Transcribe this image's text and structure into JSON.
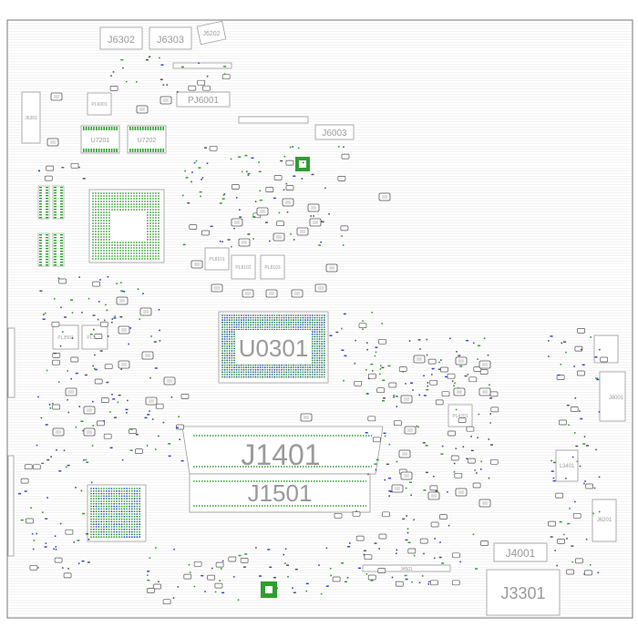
{
  "board": {
    "outline_color": "#7a7a7a",
    "pad_colors": [
      "#2e9e2e",
      "#3344cc",
      "#555555"
    ],
    "refdes": {
      "j6302": "J6302",
      "j6303": "J6303",
      "j6202": "J6202",
      "pj6001": "PJ6001",
      "j6003": "J6003",
      "u0301": "U0301",
      "j1401": "J1401",
      "j1501": "J1501",
      "j4001": "J4001",
      "j3301": "J3301",
      "u7201": "U7201",
      "u7202": "U7202",
      "j8001": "J8001",
      "j6301": "J6301",
      "pl6001": "PL6001",
      "j4501": "J4501",
      "j6201": "J6201",
      "l3401": "L3401",
      "pl8101": "PL8101",
      "pl8102": "PL8102",
      "pl8103": "PL8103",
      "pl3501": "PL3501",
      "pl3502": "PL3502",
      "pl4701": "PL4701"
    }
  }
}
